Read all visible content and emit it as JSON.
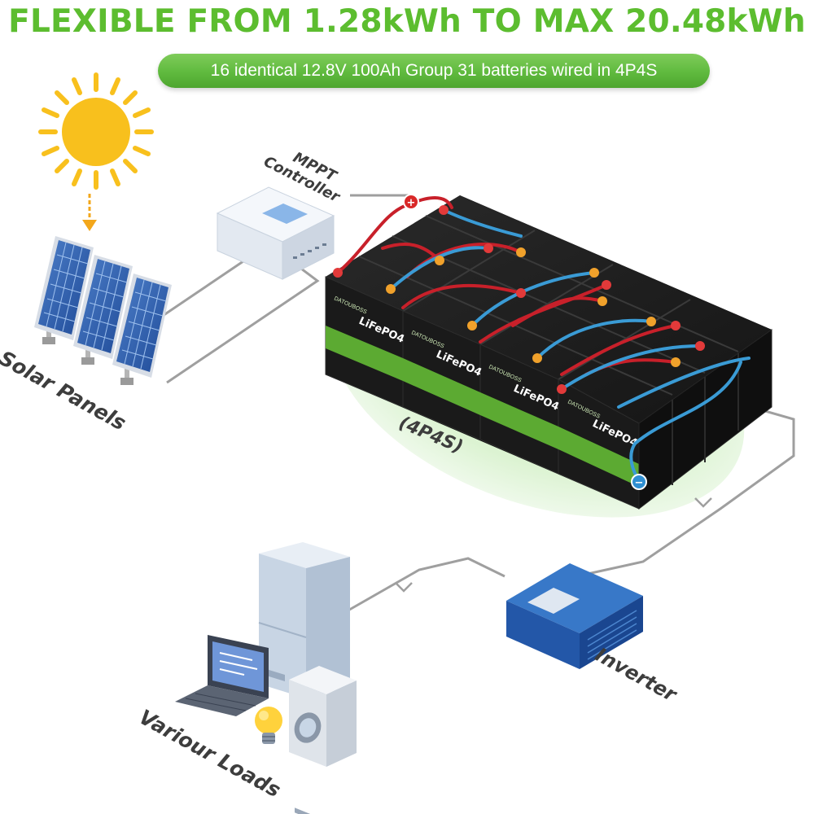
{
  "header": {
    "title": "FLEXIBLE FROM 1.28kWh TO MAX 20.48kWh",
    "subtitle": "16 identical 12.8V 100Ah Group 31 batteries wired in 4P4S"
  },
  "labels": {
    "solar_panels": "Solar Panels",
    "mppt_controller_line1": "MPPT",
    "mppt_controller_line2": "Controller",
    "configuration": "(4P4S)",
    "inverter": "Inverter",
    "loads": "Variour Loads"
  },
  "battery": {
    "brand": "DATOUBOSS",
    "chemistry": "LiFePO4",
    "count": 16,
    "positive_symbol": "+",
    "negative_symbol": "−"
  },
  "colors": {
    "title_green": "#5cbd2f",
    "subtitle_bar": "#5fba3e",
    "wire_gray": "#9a9a9a",
    "wire_red": "#c8202a",
    "wire_blue": "#3a9bd5",
    "sun": "#f8c01d",
    "platform_green": "#d8f0cc"
  },
  "icons": [
    "sun-icon",
    "solar-panel-icon",
    "mppt-controller-icon",
    "battery-bank-icon",
    "inverter-icon",
    "refrigerator-icon",
    "laptop-icon",
    "light-bulb-icon",
    "washing-machine-icon"
  ]
}
